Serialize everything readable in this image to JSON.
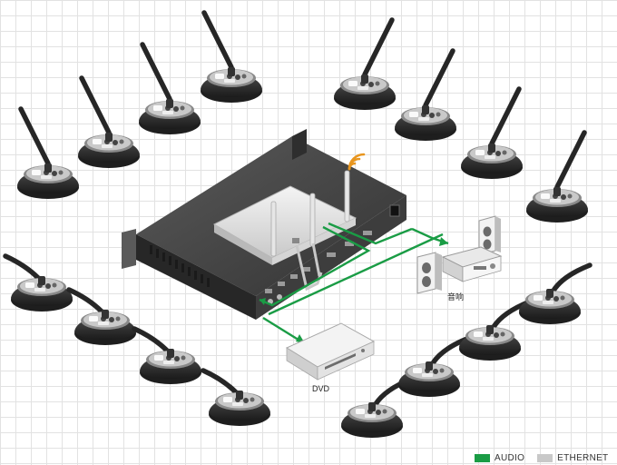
{
  "labels": {
    "speaker": "音响",
    "dvd": "DVD"
  },
  "legend": [
    {
      "label": "AUDIO",
      "color": "#1a9c45"
    },
    {
      "label": "ETHERNET",
      "color": "#c8c8c8"
    }
  ],
  "colors": {
    "audio": "#1a9c45",
    "ethernet": "#c8c8c8",
    "signal": "#e8961f"
  },
  "icons": [
    "conference-microphone-icon",
    "wifi-signal-icon",
    "central-unit-icon",
    "wireless-access-point-icon",
    "speaker-icon",
    "dvd-player-icon"
  ]
}
